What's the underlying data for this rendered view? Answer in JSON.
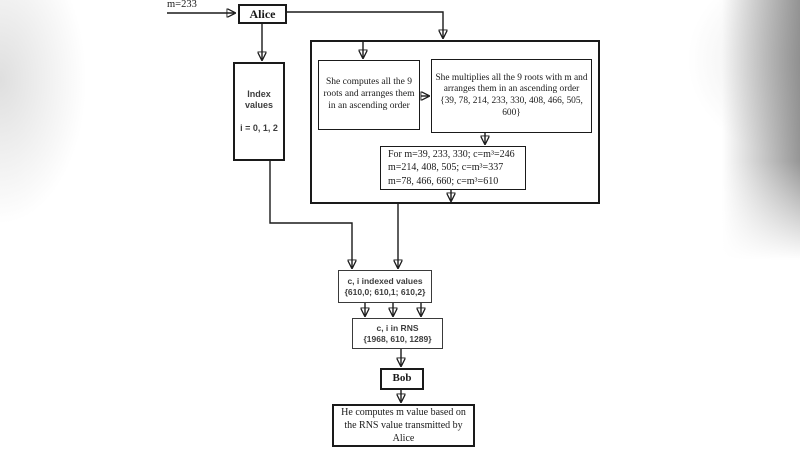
{
  "diagram": {
    "m_label": "m=233",
    "alice_label": "Alice",
    "index_box": {
      "title": "Index values",
      "values": "i = 0, 1, 2"
    },
    "compute_box": {
      "text": "She computes all the 9 roots and arranges them in an ascending order"
    },
    "multiply_box": {
      "text": "She multiplies all the 9 roots with m and arranges them in an ascending order",
      "set": "{39, 78, 214, 233, 330, 408, 466, 505, 600}"
    },
    "cube_box": {
      "line1": "For m=39, 233, 330; c=m³=246",
      "line2": "m=214, 408, 505; c=m³=337",
      "line3": "m=78, 466, 660; c=m³=610"
    },
    "indexed_box": {
      "title": "c, i indexed values",
      "set": "{610,0; 610,1; 610,2}"
    },
    "rns_box": {
      "title": "c, i in RNS",
      "set": "{1968, 610, 1289}"
    },
    "bob_label": "Bob",
    "result_box": {
      "text": "He computes m value based on the RNS value transmitted by Alice"
    }
  },
  "colors": {
    "line": "#1a1a1a",
    "box_border": "#1a1a1a",
    "background": "#ffffff",
    "edge_shadow": "#8c8c8c"
  }
}
